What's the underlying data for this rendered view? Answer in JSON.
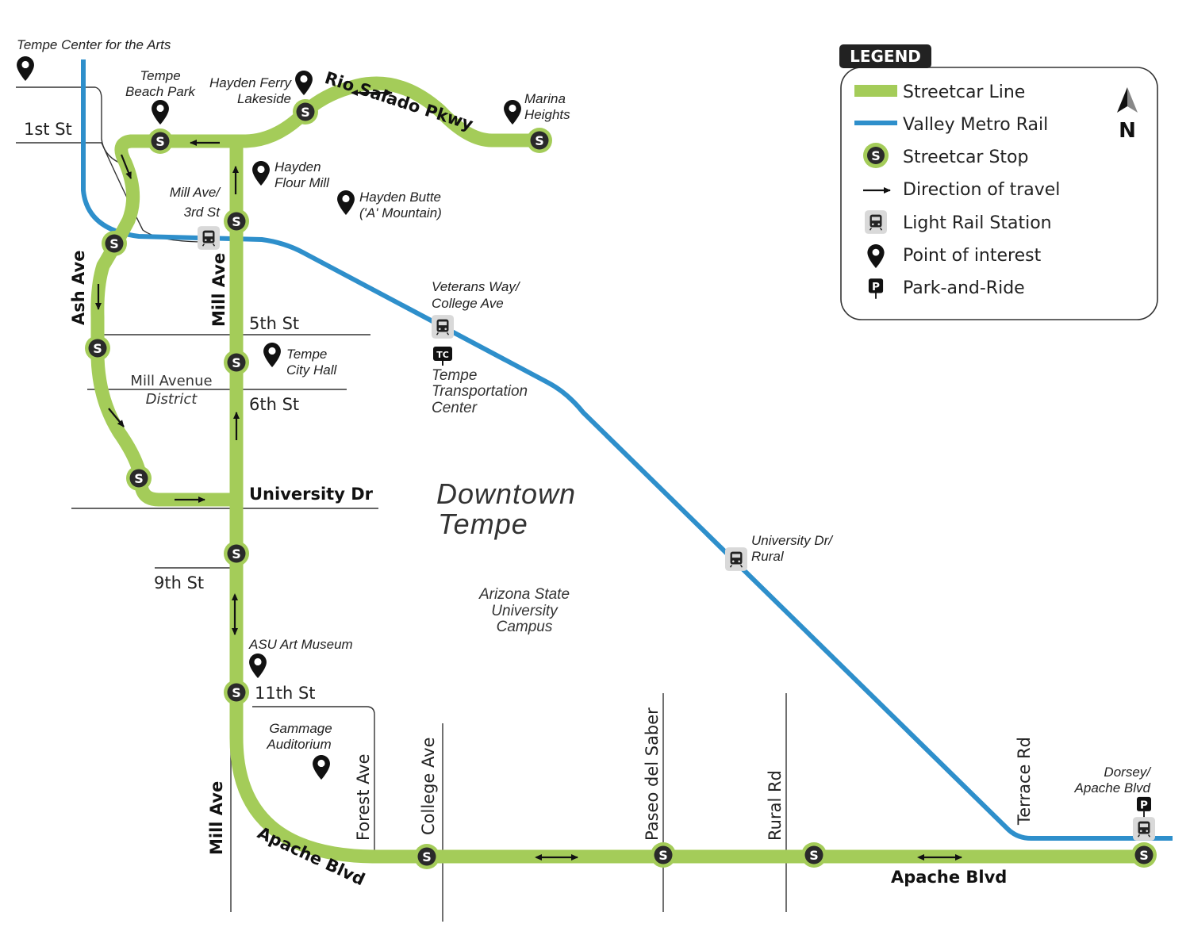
{
  "map": {
    "area_label_line1": "Downtown",
    "area_label_line2": "Tempe",
    "campus_line1": "Arizona State",
    "campus_line2": "University",
    "campus_line3": "Campus",
    "district_line1": "Mill Avenue",
    "district_line2": "District"
  },
  "streets": {
    "first": "1st St",
    "fifth": "5th St",
    "sixth": "6th St",
    "university": "University Dr",
    "ninth": "9th St",
    "eleventh": "11th St",
    "ash": "Ash Ave",
    "mill_north": "Mill Ave",
    "mill_south": "Mill Ave",
    "rio_salado": "Rio Salado Pkwy",
    "apache_west": "Apache Blvd",
    "apache_east": "Apache Blvd",
    "forest": "Forest Ave",
    "college": "College Ave",
    "paseo": "Paseo del Saber",
    "rural": "Rural Rd",
    "terrace": "Terrace Rd"
  },
  "pois": {
    "center_arts": "Tempe Center for the Arts",
    "beach_park_1": "Tempe",
    "beach_park_2": "Beach Park",
    "hayden_ferry_1": "Hayden Ferry",
    "hayden_ferry_2": "Lakeside",
    "marina_1": "Marina",
    "marina_2": "Heights",
    "flour_mill_1": "Hayden",
    "flour_mill_2": "Flour Mill",
    "butte_1": "Hayden Butte",
    "butte_2": "('A' Mountain)",
    "mill_3rd_1": "Mill Ave/",
    "mill_3rd_2": "3rd St",
    "city_hall_1": "Tempe",
    "city_hall_2": "City Hall",
    "veterans_1": "Veterans Way/",
    "veterans_2": "College Ave",
    "transport_1": "Tempe",
    "transport_2": "Transportation",
    "transport_3": "Center",
    "univ_rural_1": "University Dr/",
    "univ_rural_2": "Rural",
    "art_museum": "ASU Art Museum",
    "gammage_1": "Gammage",
    "gammage_2": "Auditorium",
    "dorsey_1": "Dorsey/",
    "dorsey_2": "Apache Blvd"
  },
  "legend": {
    "title": "LEGEND",
    "streetcar": "Streetcar Line",
    "rail": "Valley Metro Rail",
    "stop": "Streetcar Stop",
    "direction": "Direction of travel",
    "light_rail": "Light Rail Station",
    "poi": "Point of interest",
    "park_ride": "Park-and-Ride",
    "north": "N",
    "colors": {
      "streetcar": "#a4cc59",
      "rail": "#2e8fcb"
    }
  },
  "icons": {
    "stop_letter": "S",
    "park_letter": "P",
    "transit_center": "TC"
  }
}
